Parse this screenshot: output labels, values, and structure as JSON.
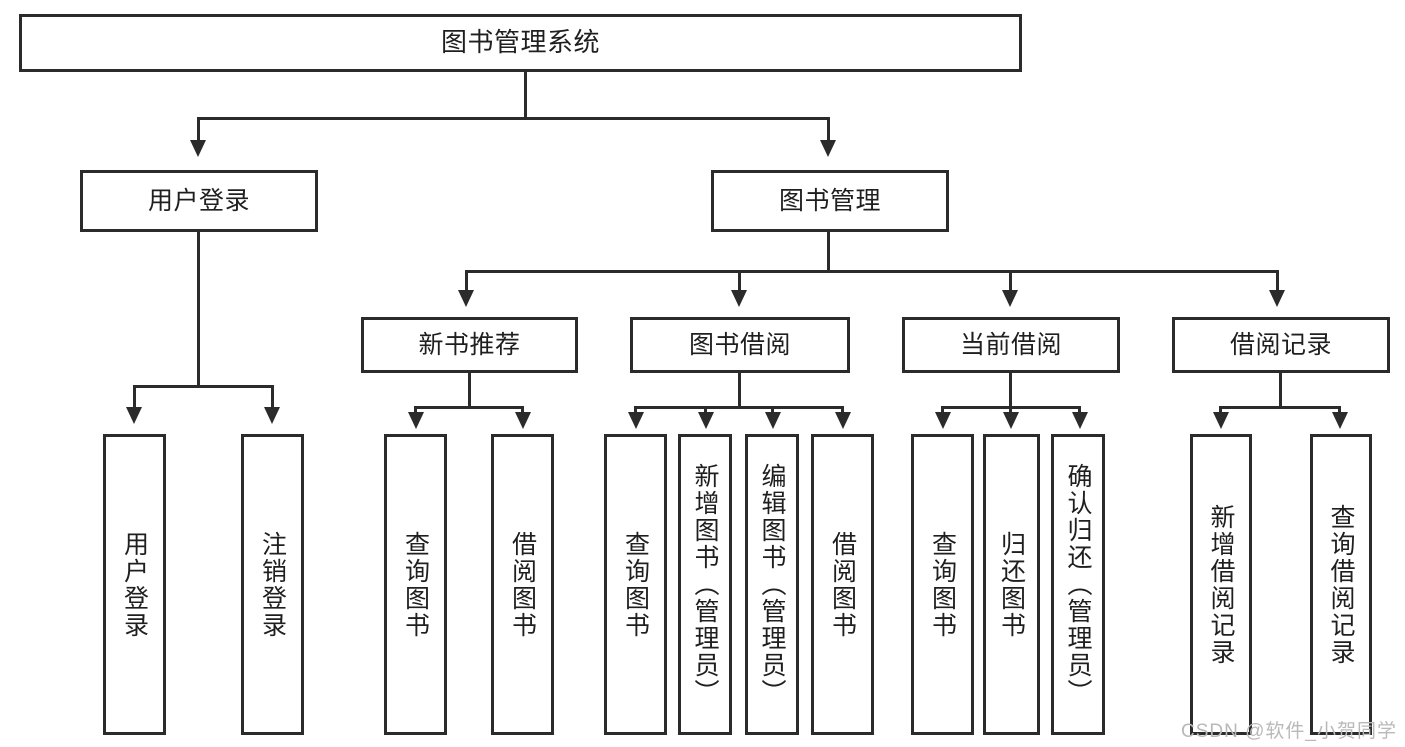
{
  "diagram": {
    "title": "图书管理系统",
    "type": "hierarchy-tree",
    "watermark": "CSDN @软件_小贺同学",
    "colors": {
      "border": "#2b2b2b",
      "background": "#ffffff",
      "text": "#1f1f1f",
      "watermark": "#b9b9b9"
    },
    "root": {
      "label": "图书管理系统"
    },
    "level2": [
      {
        "label": "用户登录"
      },
      {
        "label": "图书管理"
      }
    ],
    "level3": [
      {
        "label": "新书推荐"
      },
      {
        "label": "图书借阅"
      },
      {
        "label": "当前借阅"
      },
      {
        "label": "借阅记录"
      }
    ],
    "leaves": {
      "user_login": [
        {
          "label": "用户登录"
        },
        {
          "label": "注销登录"
        }
      ],
      "new_book_recommend": [
        {
          "label": "查询图书"
        },
        {
          "label": "借阅图书"
        }
      ],
      "book_borrow": [
        {
          "label": "查询图书"
        },
        {
          "label": "新增图书（管理员）"
        },
        {
          "label": "编辑图书（管理员）"
        },
        {
          "label": "借阅图书"
        }
      ],
      "current_borrow": [
        {
          "label": "查询图书"
        },
        {
          "label": "归还图书"
        },
        {
          "label": "确认归还（管理员）"
        }
      ],
      "borrow_record": [
        {
          "label": "新增借阅记录"
        },
        {
          "label": "查询借阅记录"
        }
      ]
    }
  }
}
